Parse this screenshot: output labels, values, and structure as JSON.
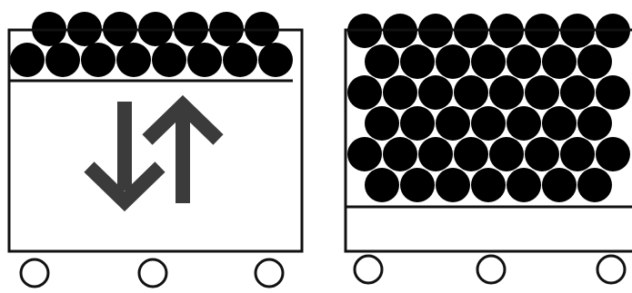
{
  "colors": {
    "ball": "#000000",
    "outline": "#111111",
    "arrow": "#3b3b3b",
    "background": "#ffffff"
  },
  "icons": {
    "arrow_down": "down-arrow-icon",
    "arrow_up": "up-arrow-icon",
    "wheel": "wheel-icon"
  },
  "carts": [
    {
      "id": "left",
      "ball_rows": 2,
      "ball_counts": [
        7,
        8
      ],
      "wheels": 3,
      "has_arrows": true
    },
    {
      "id": "right",
      "ball_rows": 6,
      "ball_counts": [
        8,
        7,
        8,
        7,
        8,
        7
      ],
      "wheels": 3,
      "has_arrows": false
    }
  ]
}
